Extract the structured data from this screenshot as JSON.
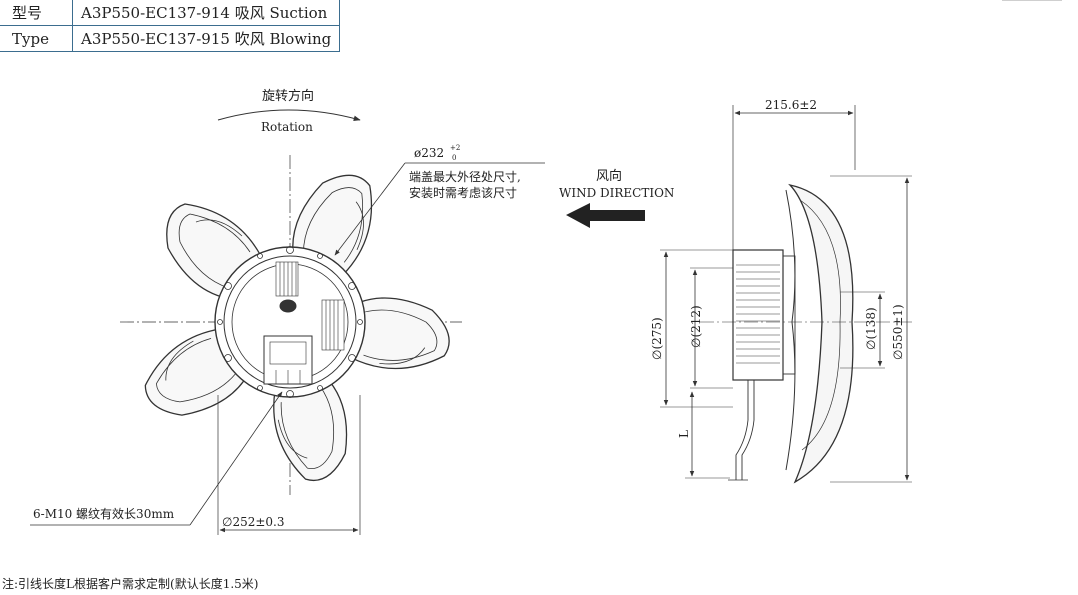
{
  "model_table": {
    "rows": [
      {
        "label": "型号",
        "value": "A3P550-EC137-914 吸风 Suction"
      },
      {
        "label": "Type",
        "value": "A3P550-EC137-915 吹风 Blowing"
      }
    ]
  },
  "front_view": {
    "rotation_cn": "旋转方向",
    "rotation_en": "Rotation",
    "dim_232": "ø232",
    "dim_232_tol_upper": "+2",
    "dim_232_tol_lower": "0",
    "note_line1": "端盖最大外径处尺寸,",
    "note_line2": "安装时需考虑该尺寸",
    "screw_note": "6-M10 螺纹有效长30mm",
    "dim_252": "∅252±0.3"
  },
  "wind": {
    "cn": "风向",
    "en": "WIND DIRECTION"
  },
  "side_view": {
    "dim_width": "215.6±2",
    "dim_275": "∅(275)",
    "dim_212": "∅(212)",
    "dim_L": "L",
    "dim_138": "∅(138)",
    "dim_550": "∅550±1)"
  },
  "footnote": "注:引线长度L根据客户需求定制(默认长度1.5米)",
  "colors": {
    "line": "#333333",
    "table_border": "#3b6d8f"
  }
}
